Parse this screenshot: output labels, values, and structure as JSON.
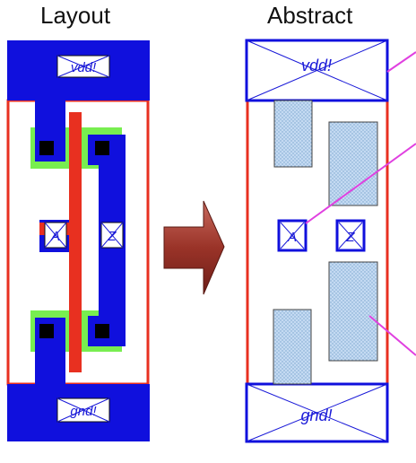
{
  "headings": {
    "layout": "Layout",
    "abstract": "Abstract"
  },
  "layout_cell": {
    "vdd_label": "vdd!",
    "gnd_label": "gnd!",
    "pin_a": "A",
    "pin_z": "Z"
  },
  "abstract_cell": {
    "vdd_label": "vdd!",
    "gnd_label": "gnd!",
    "pin_a": "A",
    "pin_z": "Z"
  },
  "colors": {
    "metal": "#1010dd",
    "poly": "#e83020",
    "diffusion": "#78ee50",
    "contact": "#000000",
    "boundary": "#e83020",
    "blockage_fill": "#c4daf2",
    "pointer": "#e040e0",
    "arrow": "#a23a30"
  },
  "icons": {
    "transform_arrow": "right-arrow-icon"
  }
}
